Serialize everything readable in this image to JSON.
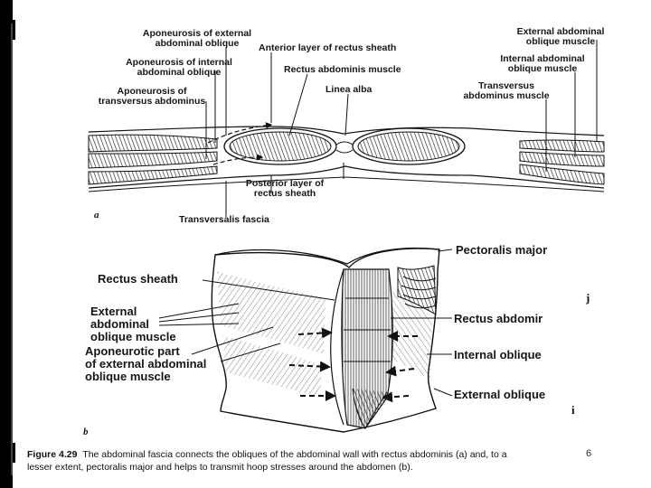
{
  "panel_a": {
    "letter": "a",
    "labels": {
      "aponeurosis_ext_oblique": [
        "Aponeurosis of external",
        "abdominal oblique"
      ],
      "aponeurosis_int_oblique": [
        "Aponeurosis of internal",
        "abdominal oblique"
      ],
      "aponeurosis_transversus": [
        "Aponeurosis of",
        "transversus abdominus"
      ],
      "anterior_layer": "Anterior layer of rectus sheath",
      "rectus_muscle": "Rectus abdominis muscle",
      "linea_alba": "Linea alba",
      "ext_oblique_muscle": [
        "External abdominal",
        "oblique muscle"
      ],
      "int_oblique_muscle": [
        "Internal abdominal",
        "oblique muscle"
      ],
      "transversus_muscle": [
        "Transversus",
        "abdominus muscle"
      ],
      "posterior_layer": [
        "Posterior layer of",
        "rectus sheath"
      ],
      "transversalis_fascia": "Transversalis fascia"
    }
  },
  "panel_b": {
    "letter": "b",
    "labels": {
      "pectoralis": "Pectoralis major",
      "rectus_sheath": "Rectus sheath",
      "ext_oblique": [
        "External",
        "abdominal",
        "oblique muscle"
      ],
      "aponeurotic": [
        "Aponeurotic part",
        "of external abdominal",
        "oblique muscle"
      ],
      "rectus_abdominis": "Rectus abdomir",
      "internal_oblique": "Internal oblique",
      "external_oblique": "External oblique"
    }
  },
  "caption": {
    "figure_no": "Figure 4.29",
    "text_line1": "The abdominal fascia connects the obliques of the abdominal wall with rectus abdominis (a) and, to a",
    "text_line2": "lesser extent, pectoralis major and helps to transmit hoop stresses around the abdomen (b)."
  },
  "page_number": "6",
  "stray_marks": [
    "j",
    "i"
  ]
}
